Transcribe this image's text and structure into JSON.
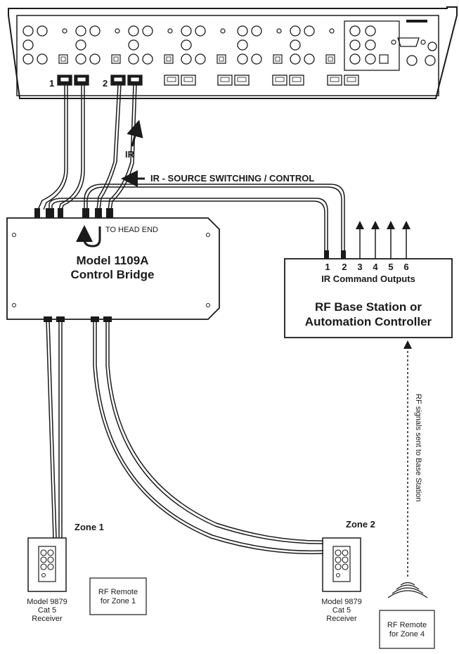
{
  "head_end": {
    "port_label_1": "1",
    "port_label_2": "2"
  },
  "annotations": {
    "ir_arrow_label": "IR",
    "ir_switching_label": "IR - SOURCE SWITCHING / CONTROL",
    "to_head_end": "TO HEAD END",
    "rf_signal_label": "RF signals sent to Base Station"
  },
  "control_bridge": {
    "title_line1": "Model 1109A",
    "title_line2": "Control Bridge"
  },
  "base_station": {
    "outputs": [
      "1",
      "2",
      "3",
      "4",
      "5",
      "6"
    ],
    "outputs_label": "IR Command Outputs",
    "title_line1": "RF Base Station or",
    "title_line2": "Automation Controller"
  },
  "zone1": {
    "label": "Zone 1",
    "receiver_line1": "Model 9879",
    "receiver_line2": "Cat 5",
    "receiver_line3": "Receiver",
    "remote_line1": "RF Remote",
    "remote_line2": "for Zone 1"
  },
  "zone2": {
    "label": "Zone 2",
    "receiver_line1": "Model 9879",
    "receiver_line2": "Cat 5",
    "receiver_line3": "Receiver"
  },
  "zone4_remote": {
    "line1": "RF Remote",
    "line2": "for Zone 4"
  }
}
